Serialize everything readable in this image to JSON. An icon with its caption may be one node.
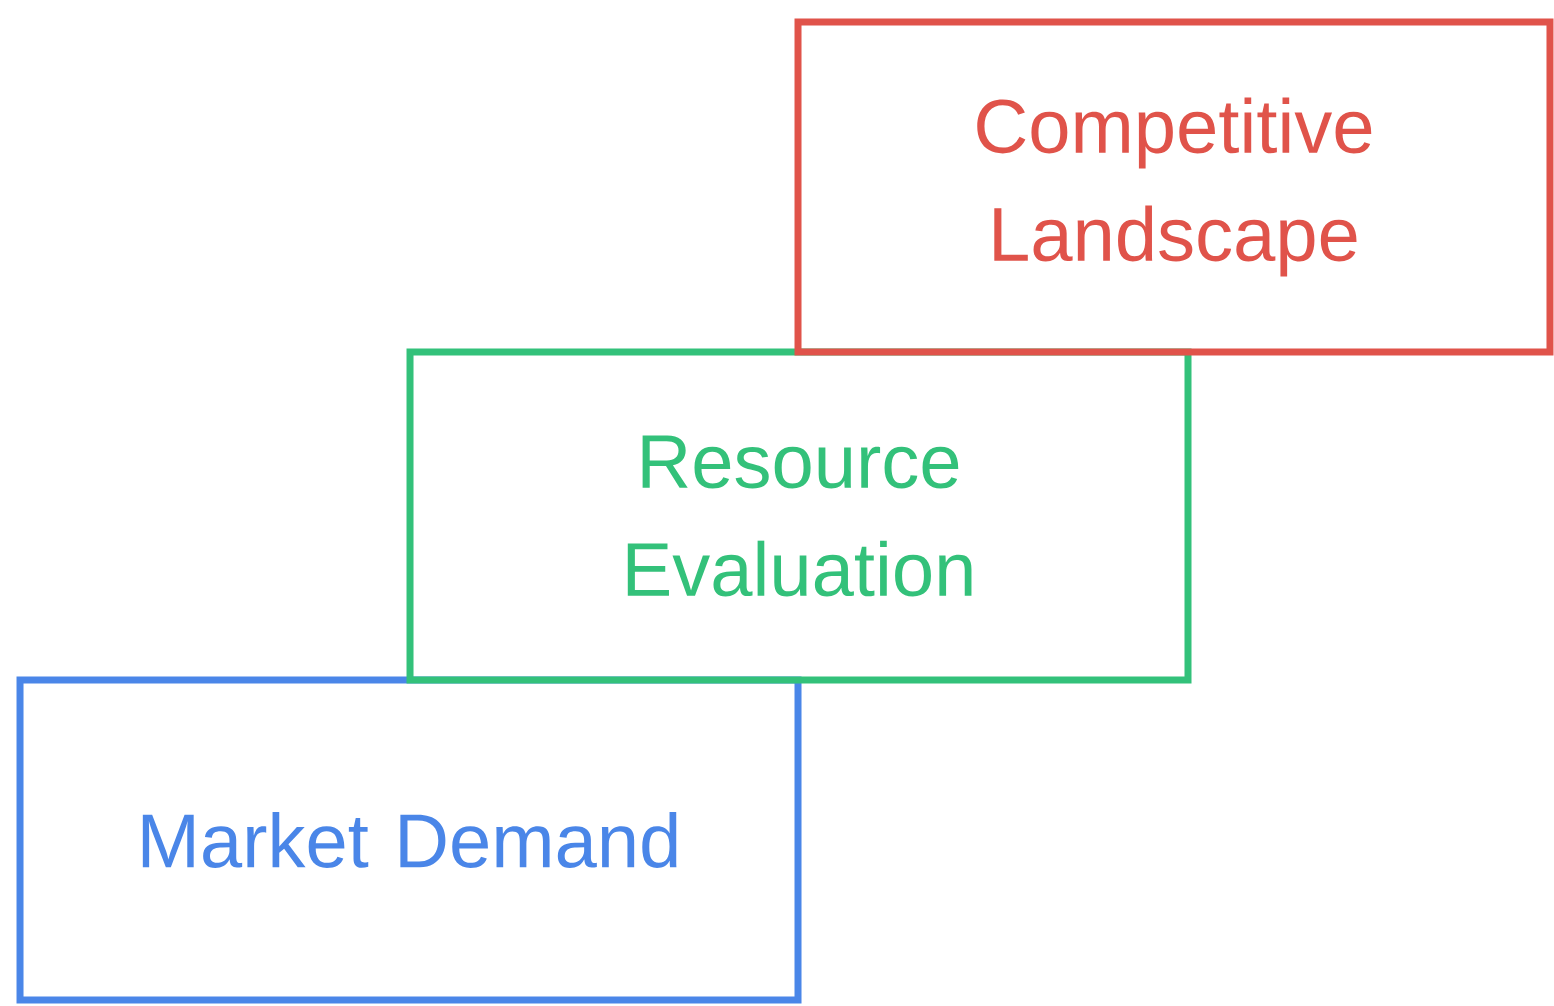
{
  "diagram": {
    "nodes": [
      {
        "text": [
          "Market Demand"
        ]
      },
      {
        "text": [
          "Resource Evaluation"
        ]
      },
      {
        "text": [
          "Competitive Landscape"
        ]
      }
    ]
  }
}
